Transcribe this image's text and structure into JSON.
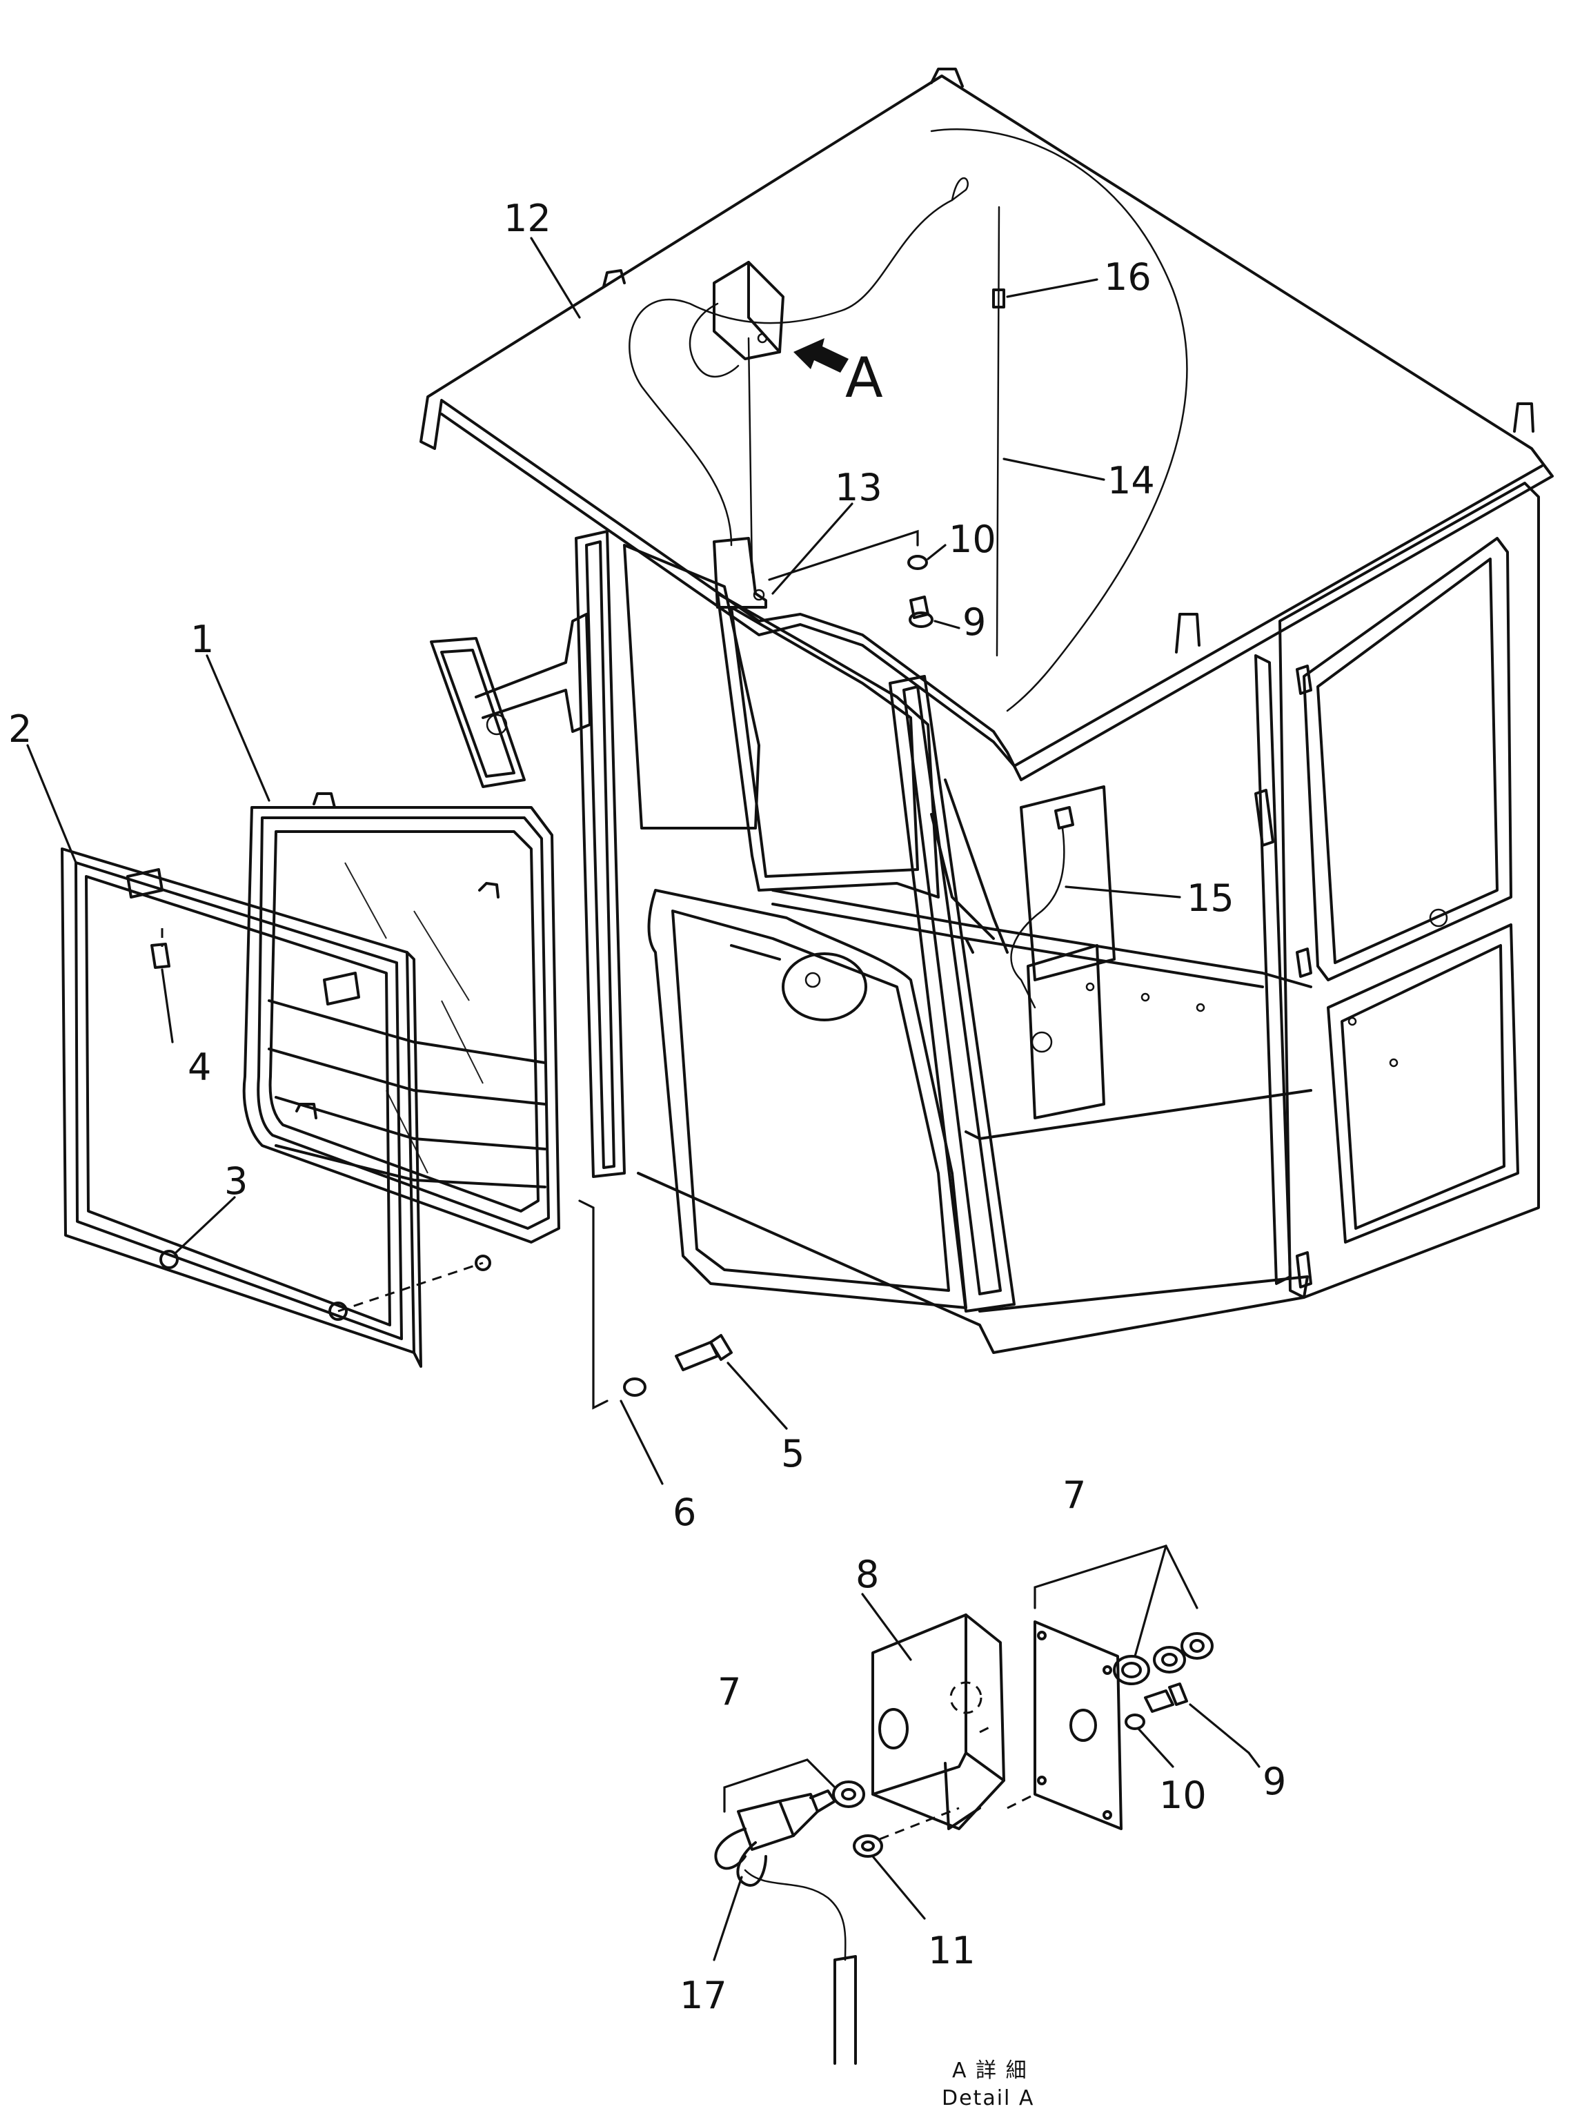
{
  "callouts": {
    "c1": "1",
    "c2": "2",
    "c3": "3",
    "c4": "4",
    "c5": "5",
    "c6": "6",
    "c7a": "7",
    "c7b": "7",
    "c8": "8",
    "c9a": "9",
    "c9b": "9",
    "c10a": "10",
    "c10b": "10",
    "c11": "11",
    "c12": "12",
    "c13": "13",
    "c14": "14",
    "c15": "15",
    "c16": "16",
    "c17": "17"
  },
  "view_marker": "A",
  "detail_caption": {
    "jp": "A 詳 細",
    "en": "Detail A"
  }
}
